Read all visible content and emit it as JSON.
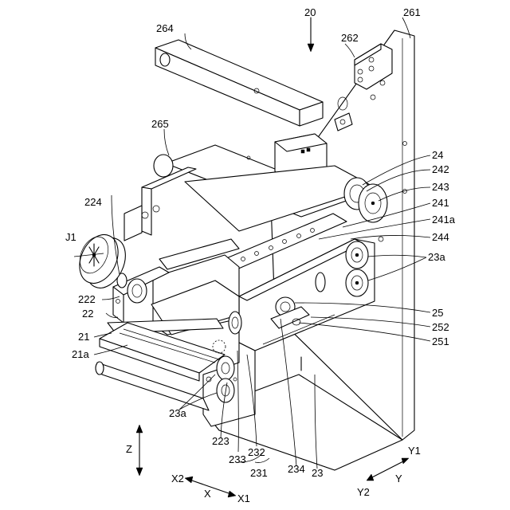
{
  "figure": {
    "labels": {
      "l20": "20",
      "l261": "261",
      "l264": "264",
      "l262": "262",
      "l265": "265",
      "l24": "24",
      "l242": "242",
      "l243": "243",
      "l241": "241",
      "l241a": "241a",
      "l244": "244",
      "l23a_r": "23a",
      "l224": "224",
      "lJ1": "J1",
      "l222": "222",
      "l22": "22",
      "l21": "21",
      "l21a": "21a",
      "l25": "25",
      "l252": "252",
      "l251": "251",
      "l23a_l": "23a",
      "l223": "223",
      "l233": "233",
      "l232": "232",
      "l231": "231",
      "l234": "234",
      "l23": "23"
    },
    "axes": {
      "z": "Z",
      "x": "X",
      "x1": "X1",
      "x2": "X2",
      "y": "Y",
      "y1": "Y1",
      "y2": "Y2"
    }
  }
}
